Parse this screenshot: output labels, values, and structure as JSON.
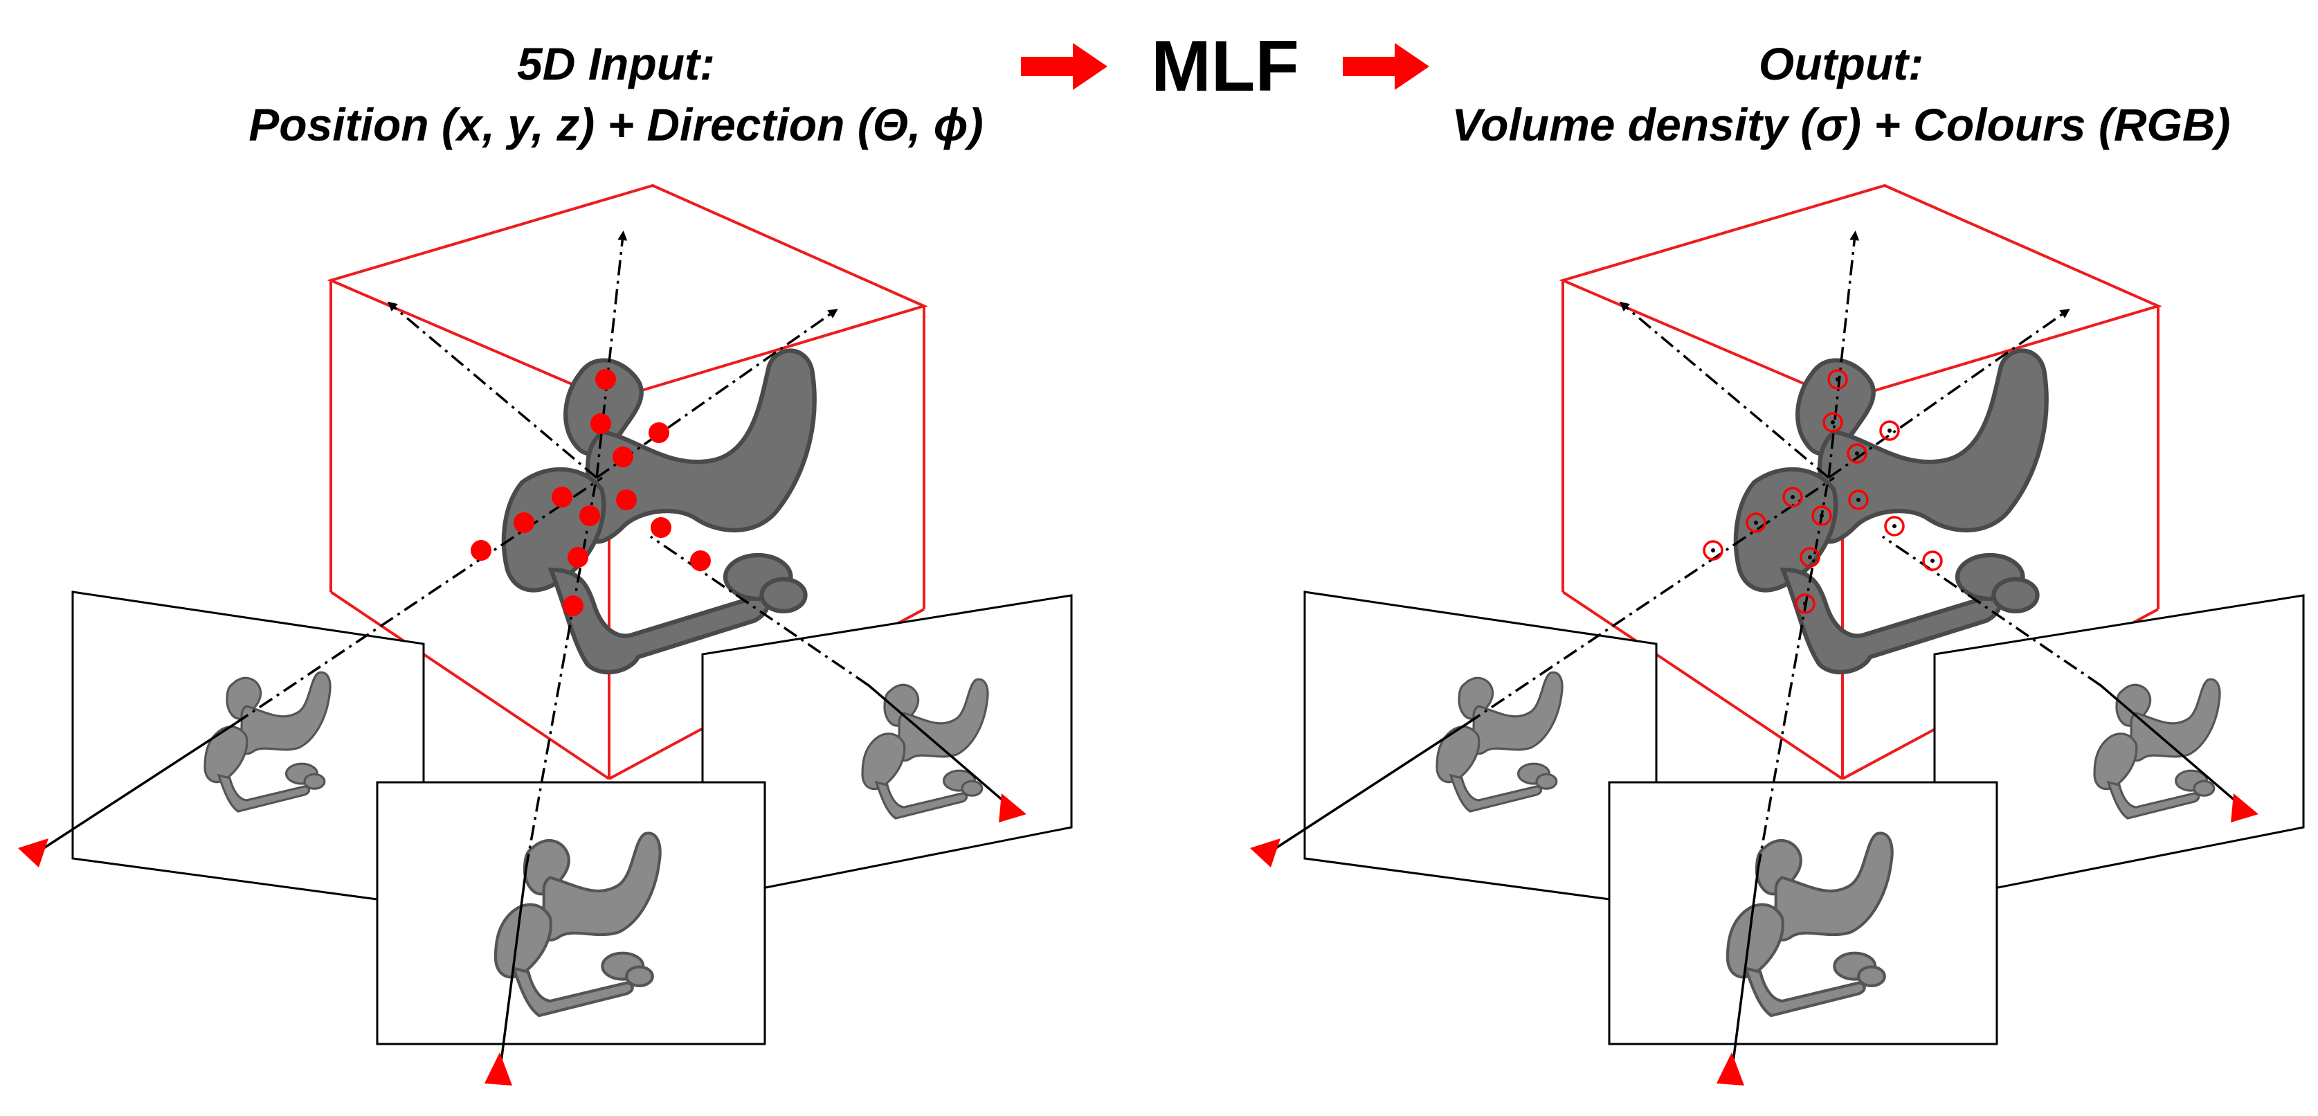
{
  "input_title": {
    "line1": "5D Input:",
    "line2": "Position (x, y, z) + Direction (Θ, ϕ)"
  },
  "model_label": "MLF",
  "output_title": {
    "line1": "Output:",
    "line2": "Volume density (σ) + Colours (RGB)"
  },
  "colors": {
    "accent_red": "#ff0000",
    "box_red": "#ee1c1c",
    "ray_black": "#000000",
    "object_gray": "#6e6e6e"
  },
  "panels": [
    {
      "name": "input",
      "sample_markers": "filled-circle",
      "camera_views": 3
    },
    {
      "name": "output",
      "sample_markers": "hollow-circle-with-dot",
      "camera_views": 3
    }
  ]
}
